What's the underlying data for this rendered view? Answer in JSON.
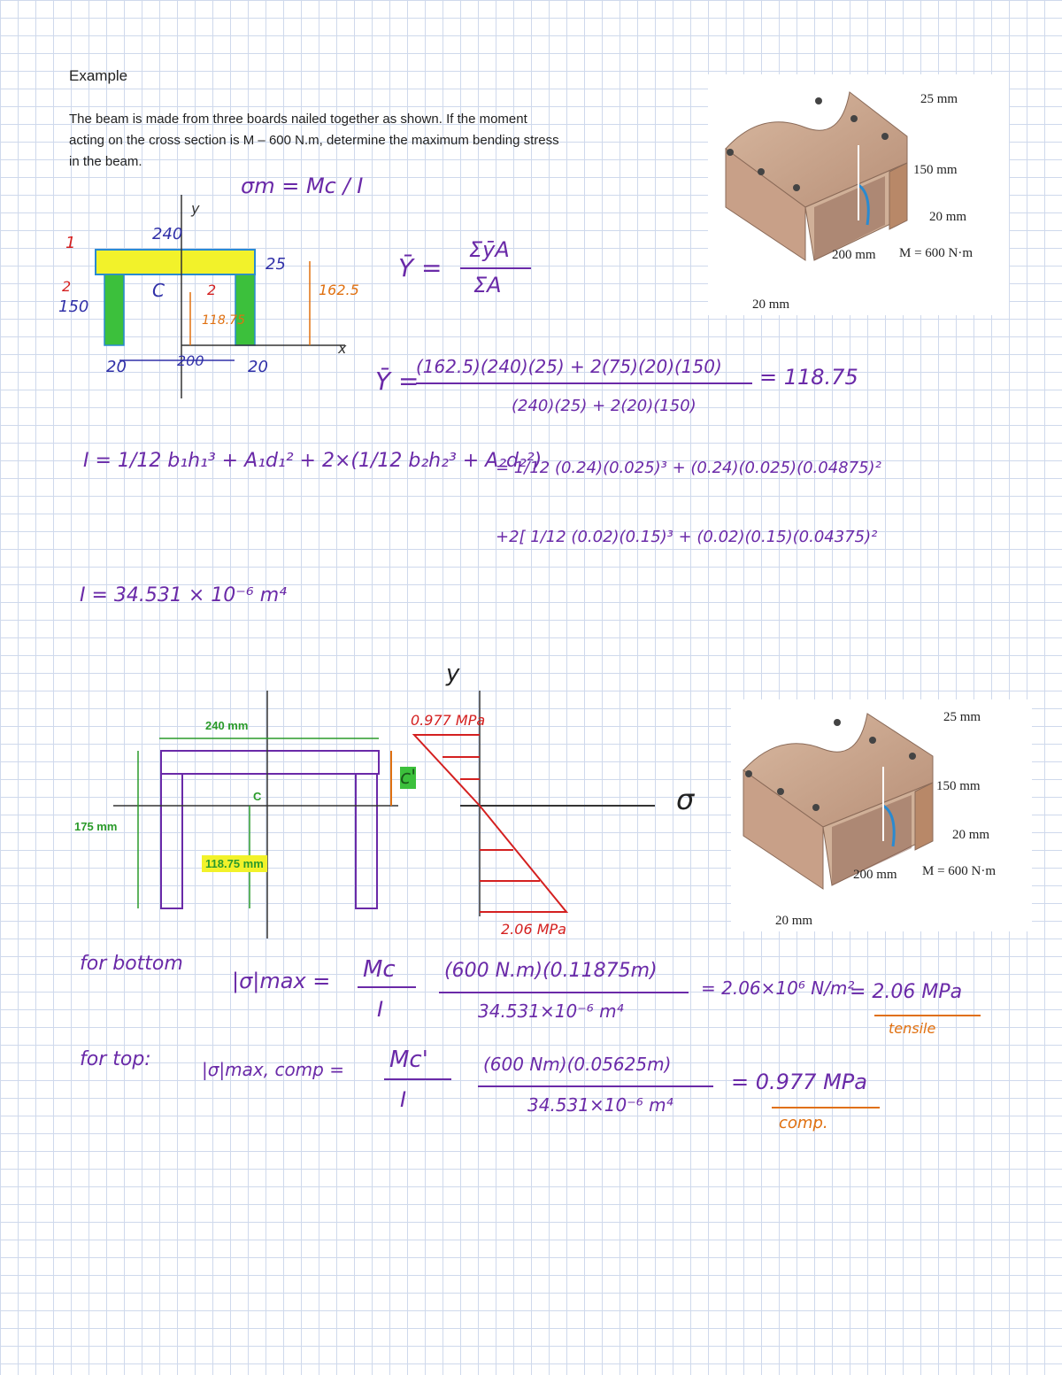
{
  "heading": "Example",
  "problem": {
    "line1": "The beam is made from three boards nailed together as shown. If the moment",
    "line2": "acting on the cross section is M – 600 N.m, determine the maximum bending stress",
    "line3": "in the beam."
  },
  "figure_labels": {
    "top_flange": "25 mm",
    "web_height": "150 mm",
    "web_thk": "20 mm",
    "width": "200 mm",
    "moment": "M = 600 N·m",
    "bottom_thk": "20 mm"
  },
  "sketch": {
    "width_240": "240",
    "flange_25": "25",
    "height_162": "162.5",
    "ybar_118": "118.75",
    "label_1": "1",
    "label_2a": "2",
    "label_2b": "2",
    "label_150": "150",
    "label_c": "C",
    "dim_20a": "20",
    "dim_200": "200",
    "dim_20b": "20",
    "axis_y": "y",
    "axis_x": "x"
  },
  "equations": {
    "sigma_m": "σm = Mc / I",
    "ybar_def_num": "ΣȳA",
    "ybar_def_den": "ΣA",
    "ybar_label": "Ȳ =",
    "ybar_num": "(162.5)(240)(25) + 2(75)(20)(150)",
    "ybar_den": "(240)(25) + 2(20)(150)",
    "ybar_result": "= 118.75",
    "inertia_formula": "I = 1/12 b₁h₁³ + A₁d₁² + 2×(1/12 b₂h₂³ + A₂d₂²)",
    "inertia_sub1": "= 1/12 (0.24)(0.025)³ + (0.24)(0.025)(0.04875)²",
    "inertia_sub2": "+2[ 1/12 (0.02)(0.15)³ + (0.02)(0.15)(0.04375)²",
    "inertia_result": "I = 34.531 × 10⁻⁶ m⁴"
  },
  "diagram2": {
    "width": "240 mm",
    "height": "175 mm",
    "c_label": "C",
    "ybar": "118.75 mm",
    "c_prime": "c'",
    "top_stress": "0.977 MPa",
    "bottom_stress": "2.06 MPa",
    "y_axis": "y",
    "sigma_axis": "σ"
  },
  "bottom": {
    "label": "for bottom",
    "lhs": "|σ|max =",
    "mc": "Mc",
    "i": "I",
    "num": "(600 N.m)(0.11875m)",
    "den": "34.531×10⁻⁶ m⁴",
    "result": "= 2.06×10⁶ N/m²",
    "final": "= 2.06 MPa",
    "note": "tensile"
  },
  "top": {
    "label": "for top:",
    "lhs": "|σ|max, comp =",
    "mc": "Mc'",
    "i": "I",
    "num": "(600 Nm)(0.05625m)",
    "den": "34.531×10⁻⁶ m⁴",
    "final": "= 0.977 MPa",
    "note": "comp."
  }
}
